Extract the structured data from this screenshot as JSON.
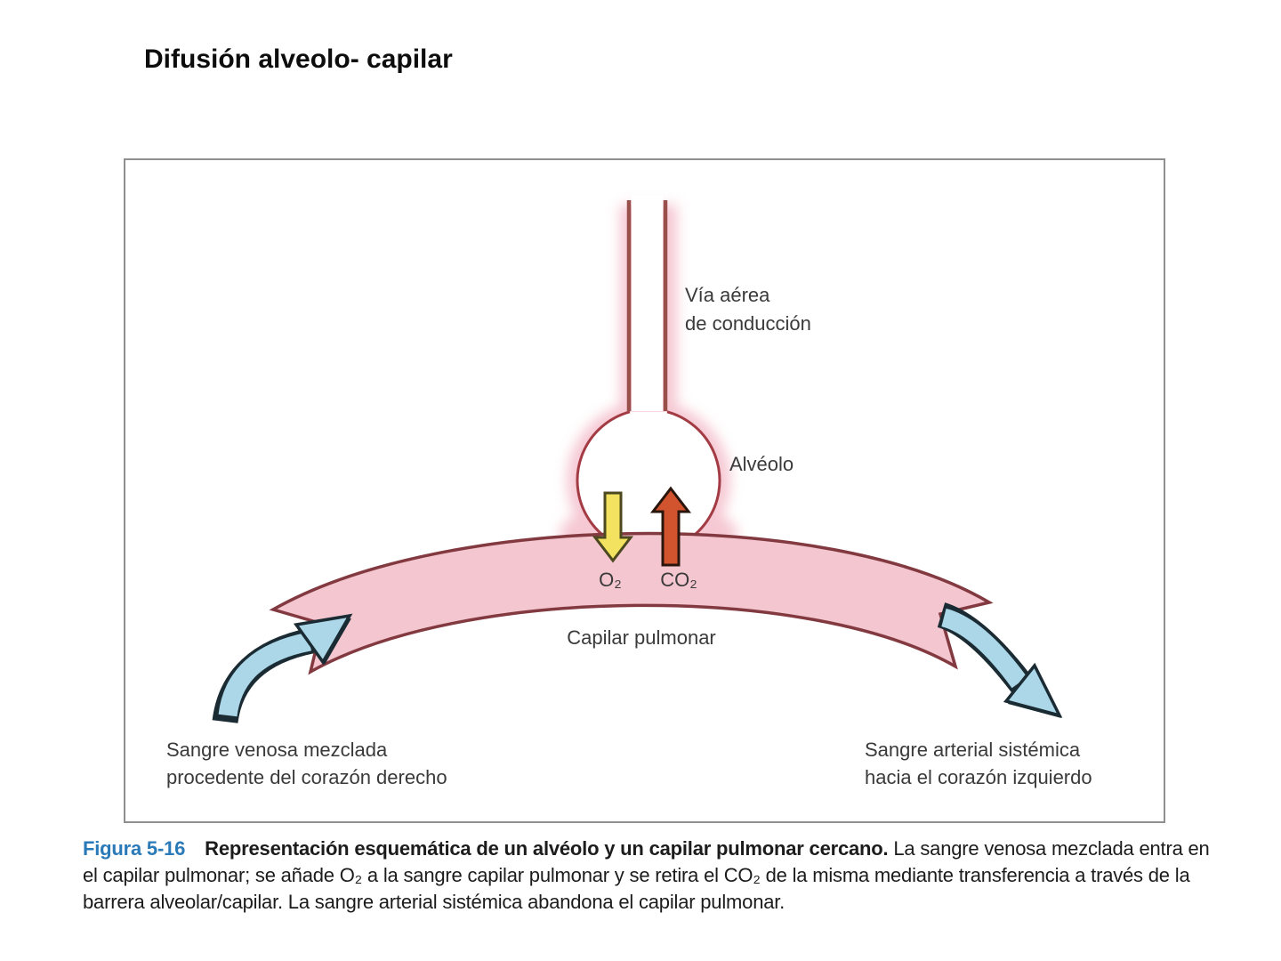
{
  "page": {
    "title": "Difusión alveolo- capilar"
  },
  "figure": {
    "border_color": "#8f8f8f",
    "labels": {
      "airway_line1": "Vía aérea",
      "airway_line2": "de conducción",
      "alveolus": "Alvéolo",
      "o2": "O₂",
      "co2": "CO₂",
      "capillary": "Capilar pulmonar",
      "venous_line1": "Sangre venosa mezclada",
      "venous_line2": "procedente del corazón derecho",
      "arterial_line1": "Sangre arterial sistémica",
      "arterial_line2": "hacia el corazón izquierdo"
    },
    "colors": {
      "glow": "#f4bfcc",
      "airway_stroke": "#99504a",
      "alveolus_stroke": "#a33b44",
      "band_fill": "#f4c6d0",
      "band_stroke": "#823a40",
      "o2_fill": "#f2e25f",
      "o2_stroke": "#4c481f",
      "co2_fill": "#d2542e",
      "co2_stroke": "#2a150c",
      "blood_fill": "#abd7e8",
      "blood_stroke": "#1b2b33",
      "label": "#3a3a3a"
    }
  },
  "caption": {
    "figure_label": "Figura 5-16",
    "accent_color": "#2b7ab8",
    "bold_text": "Representación esquemática de un alvéolo y un capilar pulmonar cercano.",
    "body_text": "La sangre venosa mezclada entra en el capilar pulmonar; se añade O₂ a la sangre capilar pulmonar y se retira el CO₂ de la misma mediante transferencia a través de la barrera alveolar/capilar. La sangre arterial sistémica abandona el capilar pulmonar."
  }
}
